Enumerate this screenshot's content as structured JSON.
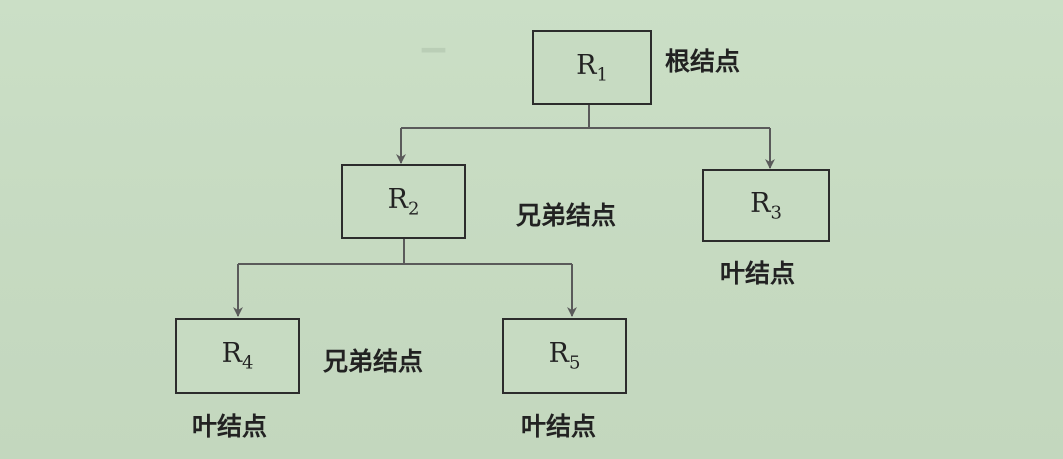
{
  "nodes": {
    "r1": {
      "base": "R",
      "sub": "1"
    },
    "r2": {
      "base": "R",
      "sub": "2"
    },
    "r3": {
      "base": "R",
      "sub": "3"
    },
    "r4": {
      "base": "R",
      "sub": "4"
    },
    "r5": {
      "base": "R",
      "sub": "5"
    }
  },
  "labels": {
    "root": "根结点",
    "sibling_upper": "兄弟结点",
    "leaf_r3": "叶结点",
    "sibling_lower": "兄弟结点",
    "leaf_r4": "叶结点",
    "leaf_r5": "叶结点"
  },
  "colors": {
    "background": "#c9dcc4",
    "box_border": "#2c2c2c",
    "connector": "#5a5a5a",
    "text": "#222222"
  }
}
